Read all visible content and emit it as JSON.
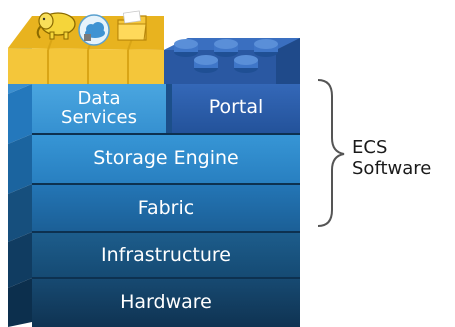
{
  "layers": {
    "hardware": "Hardware",
    "infrastructure": "Infrastructure",
    "fabric": "Fabric",
    "storage_engine": "Storage Engine",
    "data_services_line1": "Data",
    "data_services_line2": "Services",
    "portal": "Portal"
  },
  "brace_label": {
    "line1": "ECS",
    "line2": "Software"
  },
  "icons": [
    "elephant-icon",
    "cloud-icon",
    "folder-icon",
    "lego-studs"
  ],
  "colors": {
    "hardware": "#123c5e",
    "infrastructure": "#17507a",
    "fabric": "#1d68a3",
    "storage_engine": "#2a86c8",
    "data_services": "#3b9ad6",
    "portal": "#2a5aa8",
    "top_yellow": "#f2c22e",
    "brace": "#555555"
  }
}
